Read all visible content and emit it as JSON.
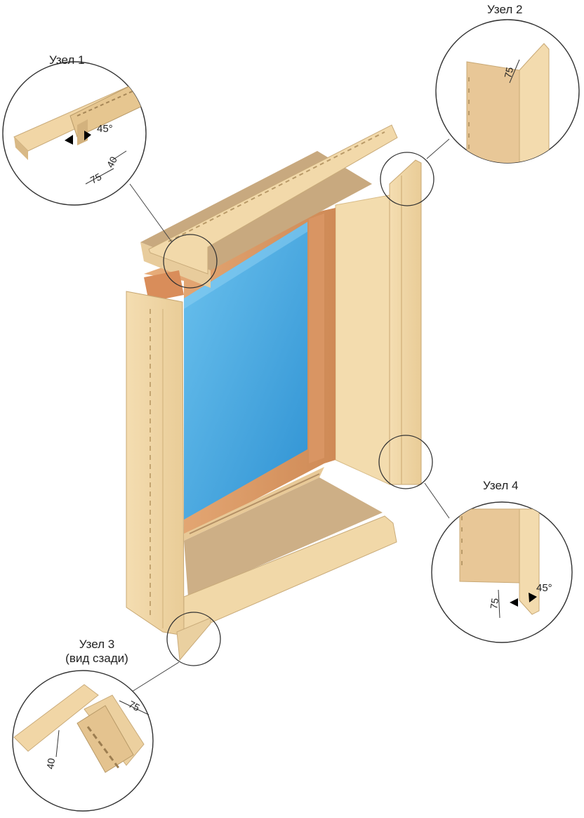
{
  "callouts": [
    {
      "title": "Узел 1",
      "angle": "45°",
      "dims": [
        "75",
        "40"
      ]
    },
    {
      "title": "Узел 2",
      "dims": [
        "75"
      ]
    },
    {
      "title": "Узел 3",
      "subtitle": "(вид сзади)",
      "dims": [
        "75",
        "40"
      ]
    },
    {
      "title": "Узел 4",
      "angle": "45°",
      "dims": [
        "75"
      ]
    }
  ],
  "colors": {
    "trim": "#f1d8a8",
    "trim_shadow": "#d9bb86",
    "trim_dark": "#c8a874",
    "sill_shade": "#c9aa80",
    "glass": "#3aa2df",
    "glass_light": "#6cc2ee",
    "wood": "#e4a46e",
    "wood_dark": "#c97f4c",
    "outline": "#555555"
  }
}
